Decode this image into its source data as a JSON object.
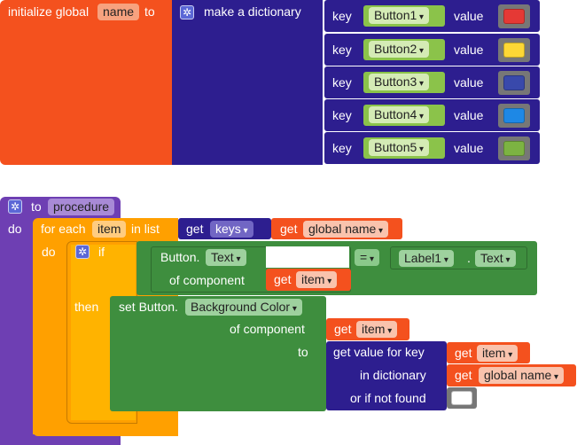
{
  "global_init": {
    "label": "initialize global",
    "var_name": "name",
    "to_label": "to",
    "dict_label": "make a dictionary",
    "key_label": "key",
    "value_label": "value",
    "entries": [
      {
        "key": "Button1",
        "color": "#e53935"
      },
      {
        "key": "Button2",
        "color": "#fdd835"
      },
      {
        "key": "Button3",
        "color": "#3949ab"
      },
      {
        "key": "Button4",
        "color": "#1e88e5"
      },
      {
        "key": "Button5",
        "color": "#7cb342"
      }
    ]
  },
  "procedure": {
    "to_label": "to",
    "name": "procedure",
    "do_label": "do",
    "for_each": {
      "label": "for each",
      "var": "item",
      "in_list": "in list",
      "do_label": "do",
      "get_label": "get",
      "keys_label": "keys",
      "global_name": "global name"
    },
    "if_block": {
      "if_label": "if",
      "then_label": "then",
      "component_type": "Button.",
      "property": "Text",
      "of_component": "of component",
      "get_label": "get",
      "item": "item",
      "operator": "=",
      "label_component": "Label1",
      "dot": ".",
      "label_property": "Text"
    },
    "set_block": {
      "set_label": "set Button.",
      "property": "Background Color",
      "of_component": "of component",
      "get_label": "get",
      "item": "item",
      "to_label": "to",
      "get_value": "get value for key",
      "in_dictionary": "in dictionary",
      "global_name": "global name",
      "not_found": "or if not found",
      "not_found_color": "#ffffff"
    }
  },
  "colors": {
    "variable": "#f4511e",
    "dictionary": "#2d1e8f",
    "text_green": "#8bc34a",
    "procedure": "#6e3fb3",
    "control": "#ffa000",
    "logic": "#3e8e3e",
    "getter": "#f4511e"
  }
}
